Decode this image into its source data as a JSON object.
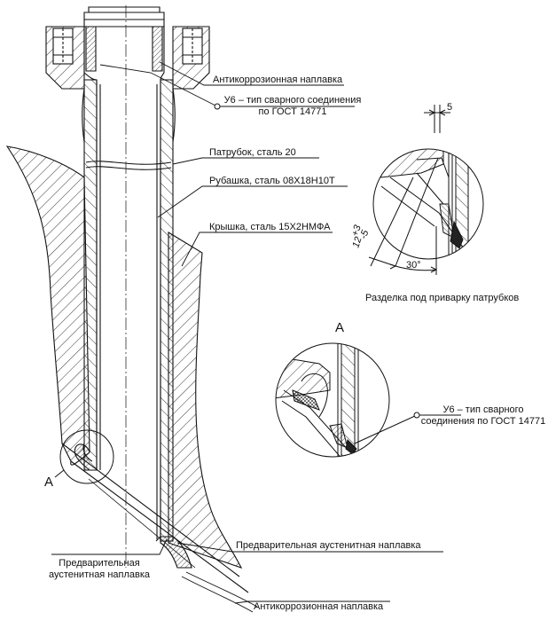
{
  "labels": {
    "anticorrosion_top": "Антикоррозионная наплавка",
    "weld_type_line1": "У6 – тип сварного соединения",
    "weld_type_line2": "по ГОСТ 14771",
    "nozzle": "Патрубок, сталь 20",
    "jacket": "Рубашка, сталь 08Х18Н10Т",
    "cover": "Крышка, сталь 15Х2НМФА",
    "groove_caption": "Разделка под приварку патрубков",
    "detail_a_letter": "А",
    "detail_a_weld_line1": "У6 – тип сварного",
    "detail_a_weld_line2": "соединения по ГОСТ 14771",
    "view_a_letter": "А",
    "pre_overlay_right": "Предварительная аустенитная наплавка",
    "pre_overlay_left_line1": "Предварительная",
    "pre_overlay_left_line2": "аустенитная наплавка",
    "anticorrosion_bottom": "Антикоррозионная наплавка"
  },
  "dimensions": {
    "gap": "5",
    "depth": "12",
    "depth_tol_upper": "+3",
    "depth_tol_lower": "-5",
    "angle": "30°"
  }
}
